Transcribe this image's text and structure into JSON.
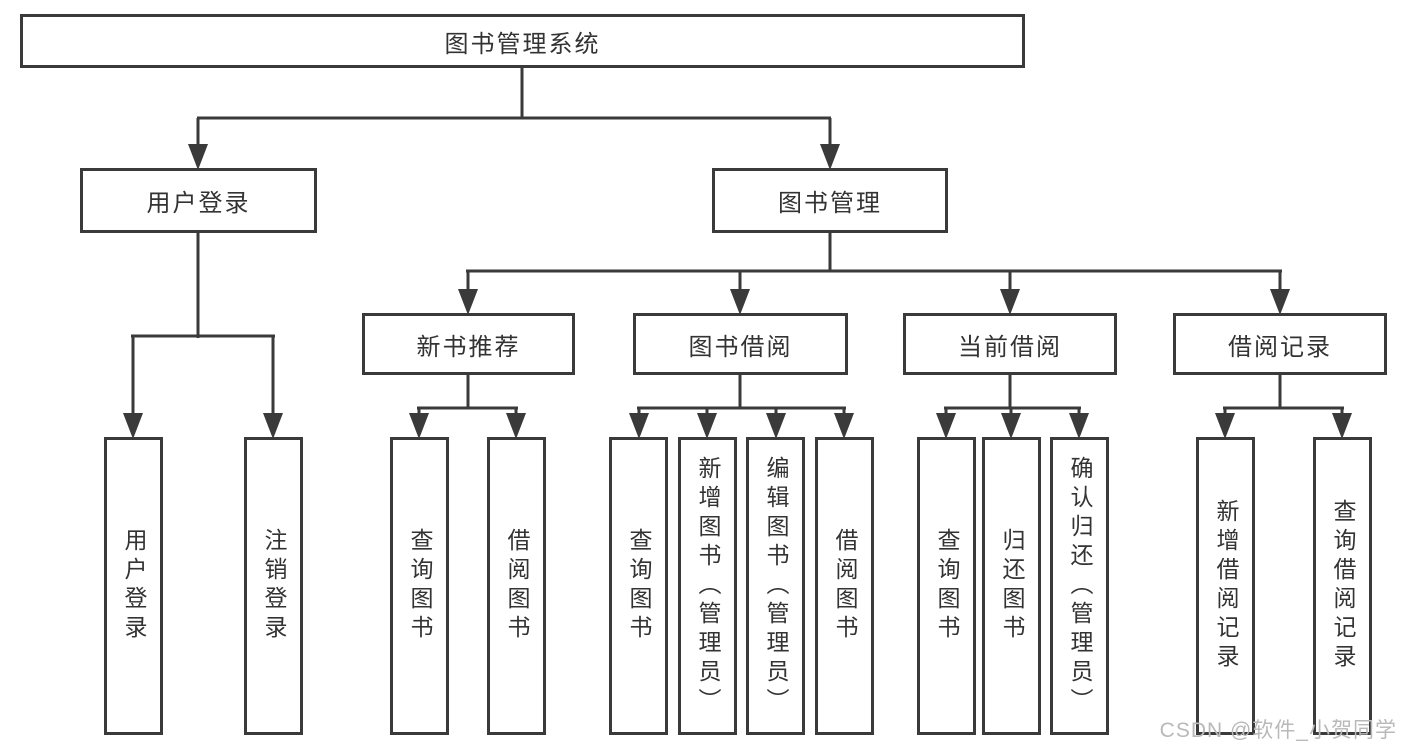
{
  "root": {
    "label": "图书管理系统"
  },
  "level2": {
    "user_login": {
      "label": "用户登录"
    },
    "book_management": {
      "label": "图书管理"
    }
  },
  "level3": {
    "new_book_rec": {
      "label": "新书推荐"
    },
    "book_borrowing": {
      "label": "图书借阅"
    },
    "current_borrowing": {
      "label": "当前借阅"
    },
    "borrowing_records": {
      "label": "借阅记录"
    }
  },
  "leaves": {
    "user_login": [
      "用户登录",
      "注销登录"
    ],
    "new_book_rec": [
      "查询图书",
      "借阅图书"
    ],
    "book_borrowing": [
      "查询图书",
      "新增图书（管理员）",
      "编辑图书（管理员）",
      "借阅图书"
    ],
    "current_borrowing": [
      "查询图书",
      "归还图书",
      "确认归还（管理员）"
    ],
    "borrowing_records": [
      "新增借阅记录",
      "查询借阅记录"
    ]
  },
  "watermark": "CSDN @软件_小贺同学",
  "colors": {
    "line": "#3a3a3a",
    "text": "#333333",
    "watermark": "#b9b9b9"
  }
}
